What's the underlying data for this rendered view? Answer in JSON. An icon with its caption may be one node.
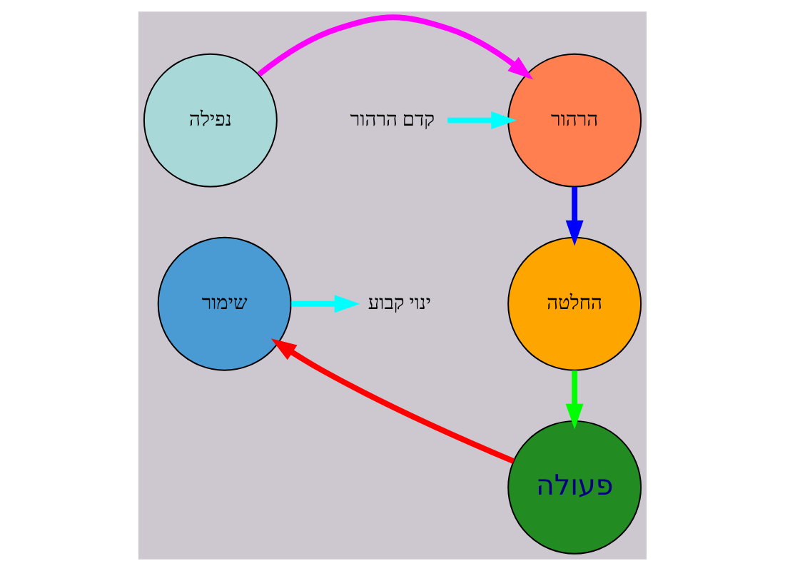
{
  "diagram": {
    "nodes": [
      {
        "text": [
          "קדם הרהור"
        ]
      },
      {
        "text": [
          "הרהור"
        ]
      },
      {
        "text": [
          "החלטה"
        ]
      },
      {
        "text": [
          "פעולה"
        ]
      },
      {
        "text": [
          "שימור"
        ]
      },
      {
        "text": [
          "נפילה"
        ]
      },
      {
        "text": [
          "ינוי קבוע"
        ]
      }
    ],
    "edges": [
      {
        "from": 0,
        "to": 1,
        "arrow": "to",
        "color": "#00ffff"
      },
      {
        "from": 1,
        "to": 2,
        "arrow": "to",
        "color": "#0000ff"
      },
      {
        "from": 2,
        "to": 3,
        "arrow": "to",
        "color": "#00ff00"
      },
      {
        "from": 3,
        "to": 4,
        "arrow": "to",
        "color": "#ff0000"
      },
      {
        "from": 5,
        "to": 1,
        "arrow": "to",
        "color": "#ff00ff"
      },
      {
        "from": 4,
        "to": 6,
        "arrow": "to",
        "color": "#00ffff"
      }
    ]
  }
}
